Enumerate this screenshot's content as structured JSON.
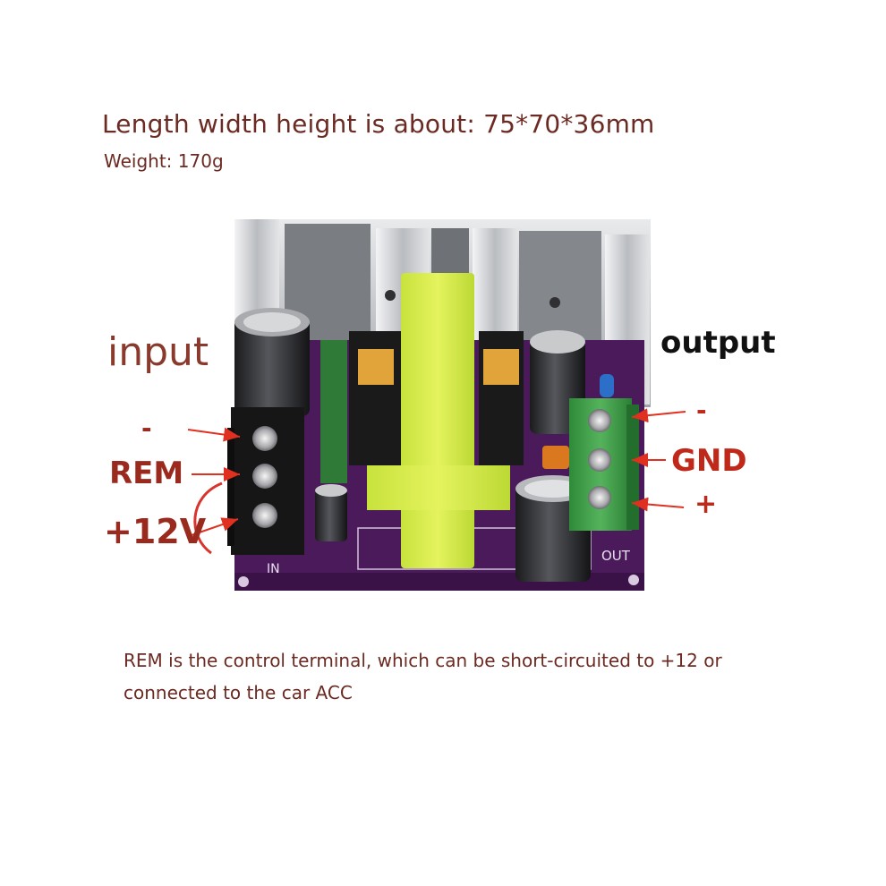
{
  "spec": {
    "dimensions": "Length width height is about: 75*70*36mm",
    "weight": "Weight: 170g"
  },
  "labels": {
    "input": "input",
    "output": "output",
    "input_minus": "-",
    "rem": "REM",
    "plus_12v": "+12V",
    "output_minus": "-",
    "gnd": "GND",
    "output_plus": "+"
  },
  "board_silkscreen": {
    "in": "IN",
    "out": "OUT"
  },
  "caption": {
    "line1": "REM is the control terminal, which can be short-circuited to +12 or",
    "line2": "connected to the car ACC"
  },
  "colors": {
    "text": "#6b2a22",
    "callout": "#c0281a",
    "pcb": "#4a1a5a",
    "transformer": "#d6ec4a",
    "terminal_green": "#3e9a45"
  }
}
